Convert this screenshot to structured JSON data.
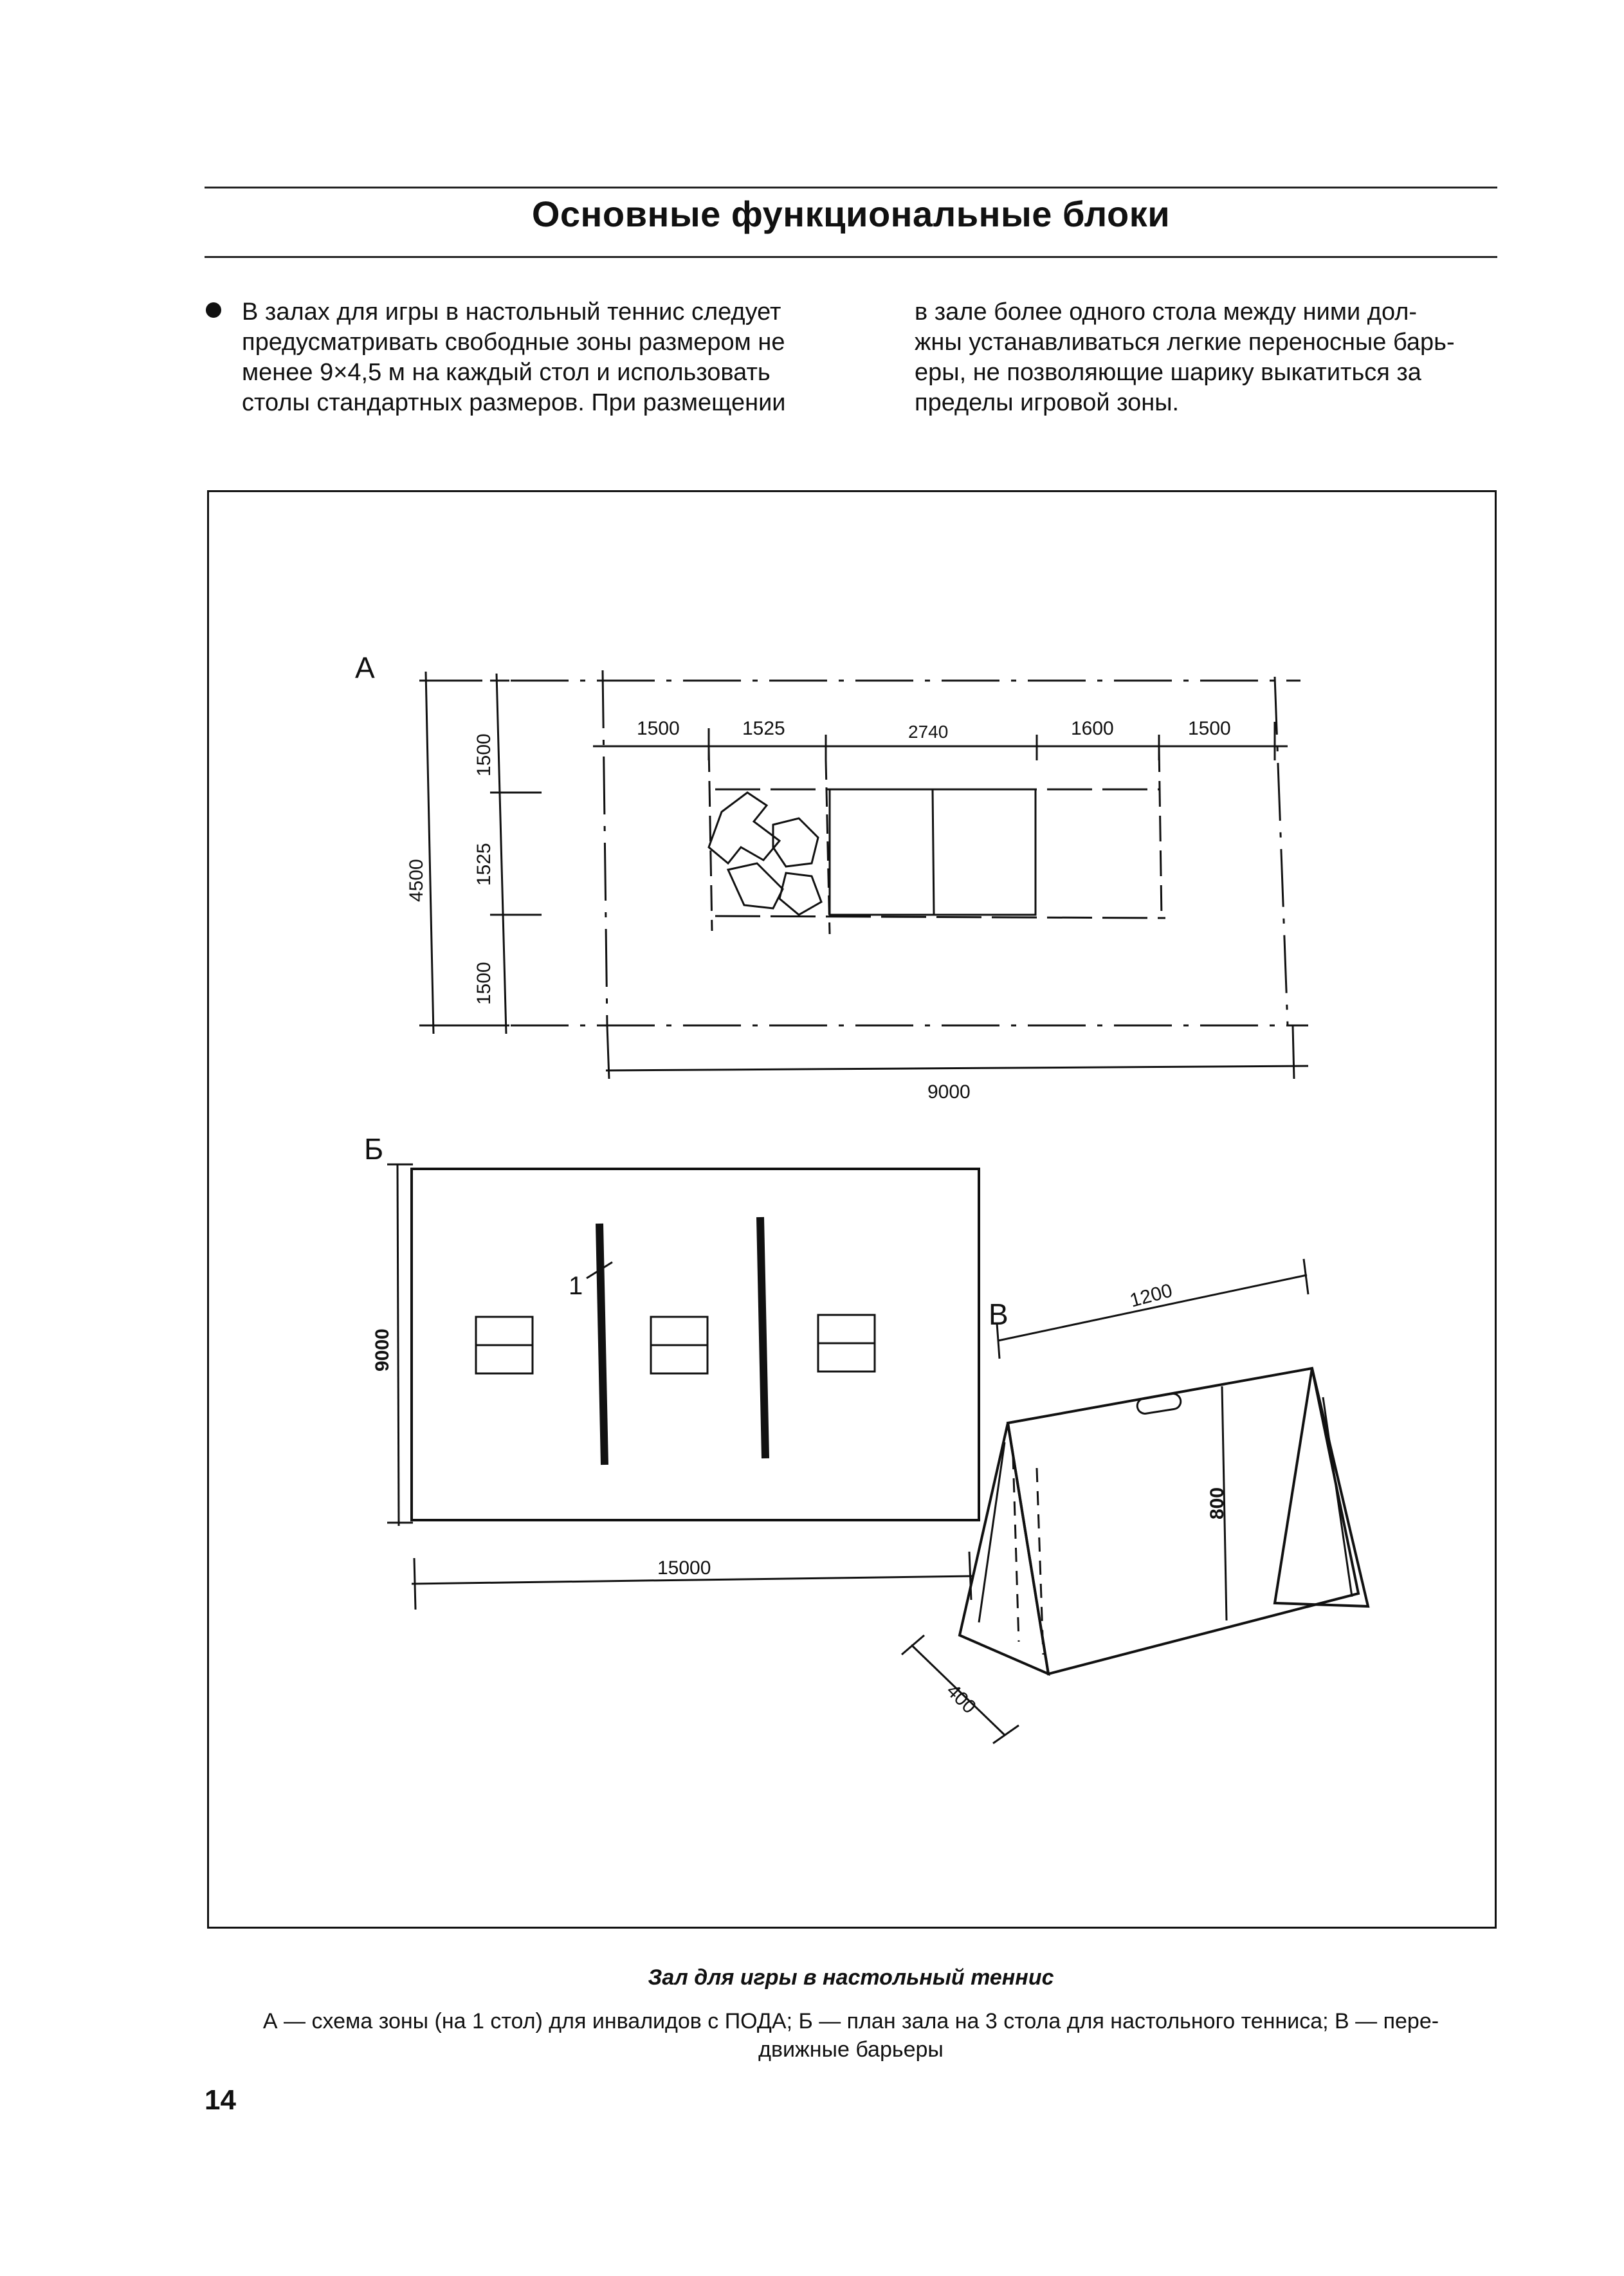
{
  "page": {
    "heading": "Основные функциональные блоки",
    "number": "14"
  },
  "body": {
    "col_left_lines": [
      "В залах для игры в настольный теннис следует",
      "предусматривать свободные зоны размером не",
      "менее 9×4,5 м на каждый стол и использовать",
      "столы стандартных размеров. При размещении"
    ],
    "col_right_lines": [
      "в зале более одного стола между ними дол-",
      "жны устанавливаться легкие переносные барь-",
      "еры, не позволяющие шарику выкатиться за",
      "пределы игровой зоны."
    ]
  },
  "figure": {
    "labels": {
      "a": "А",
      "b": "Б",
      "c": "В",
      "item1": "1"
    },
    "dims_a": {
      "top": [
        "1500",
        "1525",
        "2740",
        "1600",
        "1500"
      ],
      "left_total": "4500",
      "left": [
        "1500",
        "1525",
        "1500"
      ],
      "bottom": "9000"
    },
    "dims_b": {
      "height": "9000",
      "width": "15000"
    },
    "dims_c": {
      "length": "1200",
      "height": "800",
      "depth": "400"
    }
  },
  "caption": {
    "title": "Зал для игры в настольный теннис",
    "text_line1": "А — схема зоны (на 1 стол) для инвалидов с ПОДА; Б — план зала на 3 стола для настольного тенниса; В — пере-",
    "text_line2": "движные барьеры"
  }
}
